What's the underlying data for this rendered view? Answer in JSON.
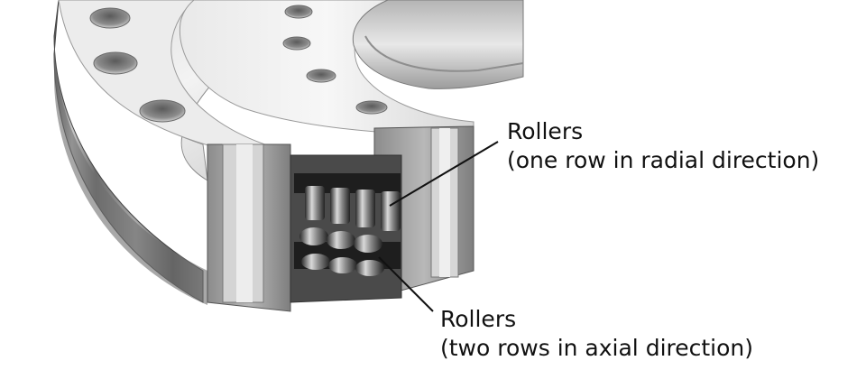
{
  "labels": {
    "radial": {
      "title": "Rollers",
      "detail": "(one row in radial direction)"
    },
    "axial": {
      "title": "Rollers",
      "detail": "(two rows in axial direction)"
    }
  },
  "colors": {
    "background": "#ffffff",
    "text": "#111111",
    "leader_line": "#111111",
    "metal_light": "#e6e6e6",
    "metal_mid": "#9a9a9a",
    "metal_dark": "#3a3a3a"
  }
}
